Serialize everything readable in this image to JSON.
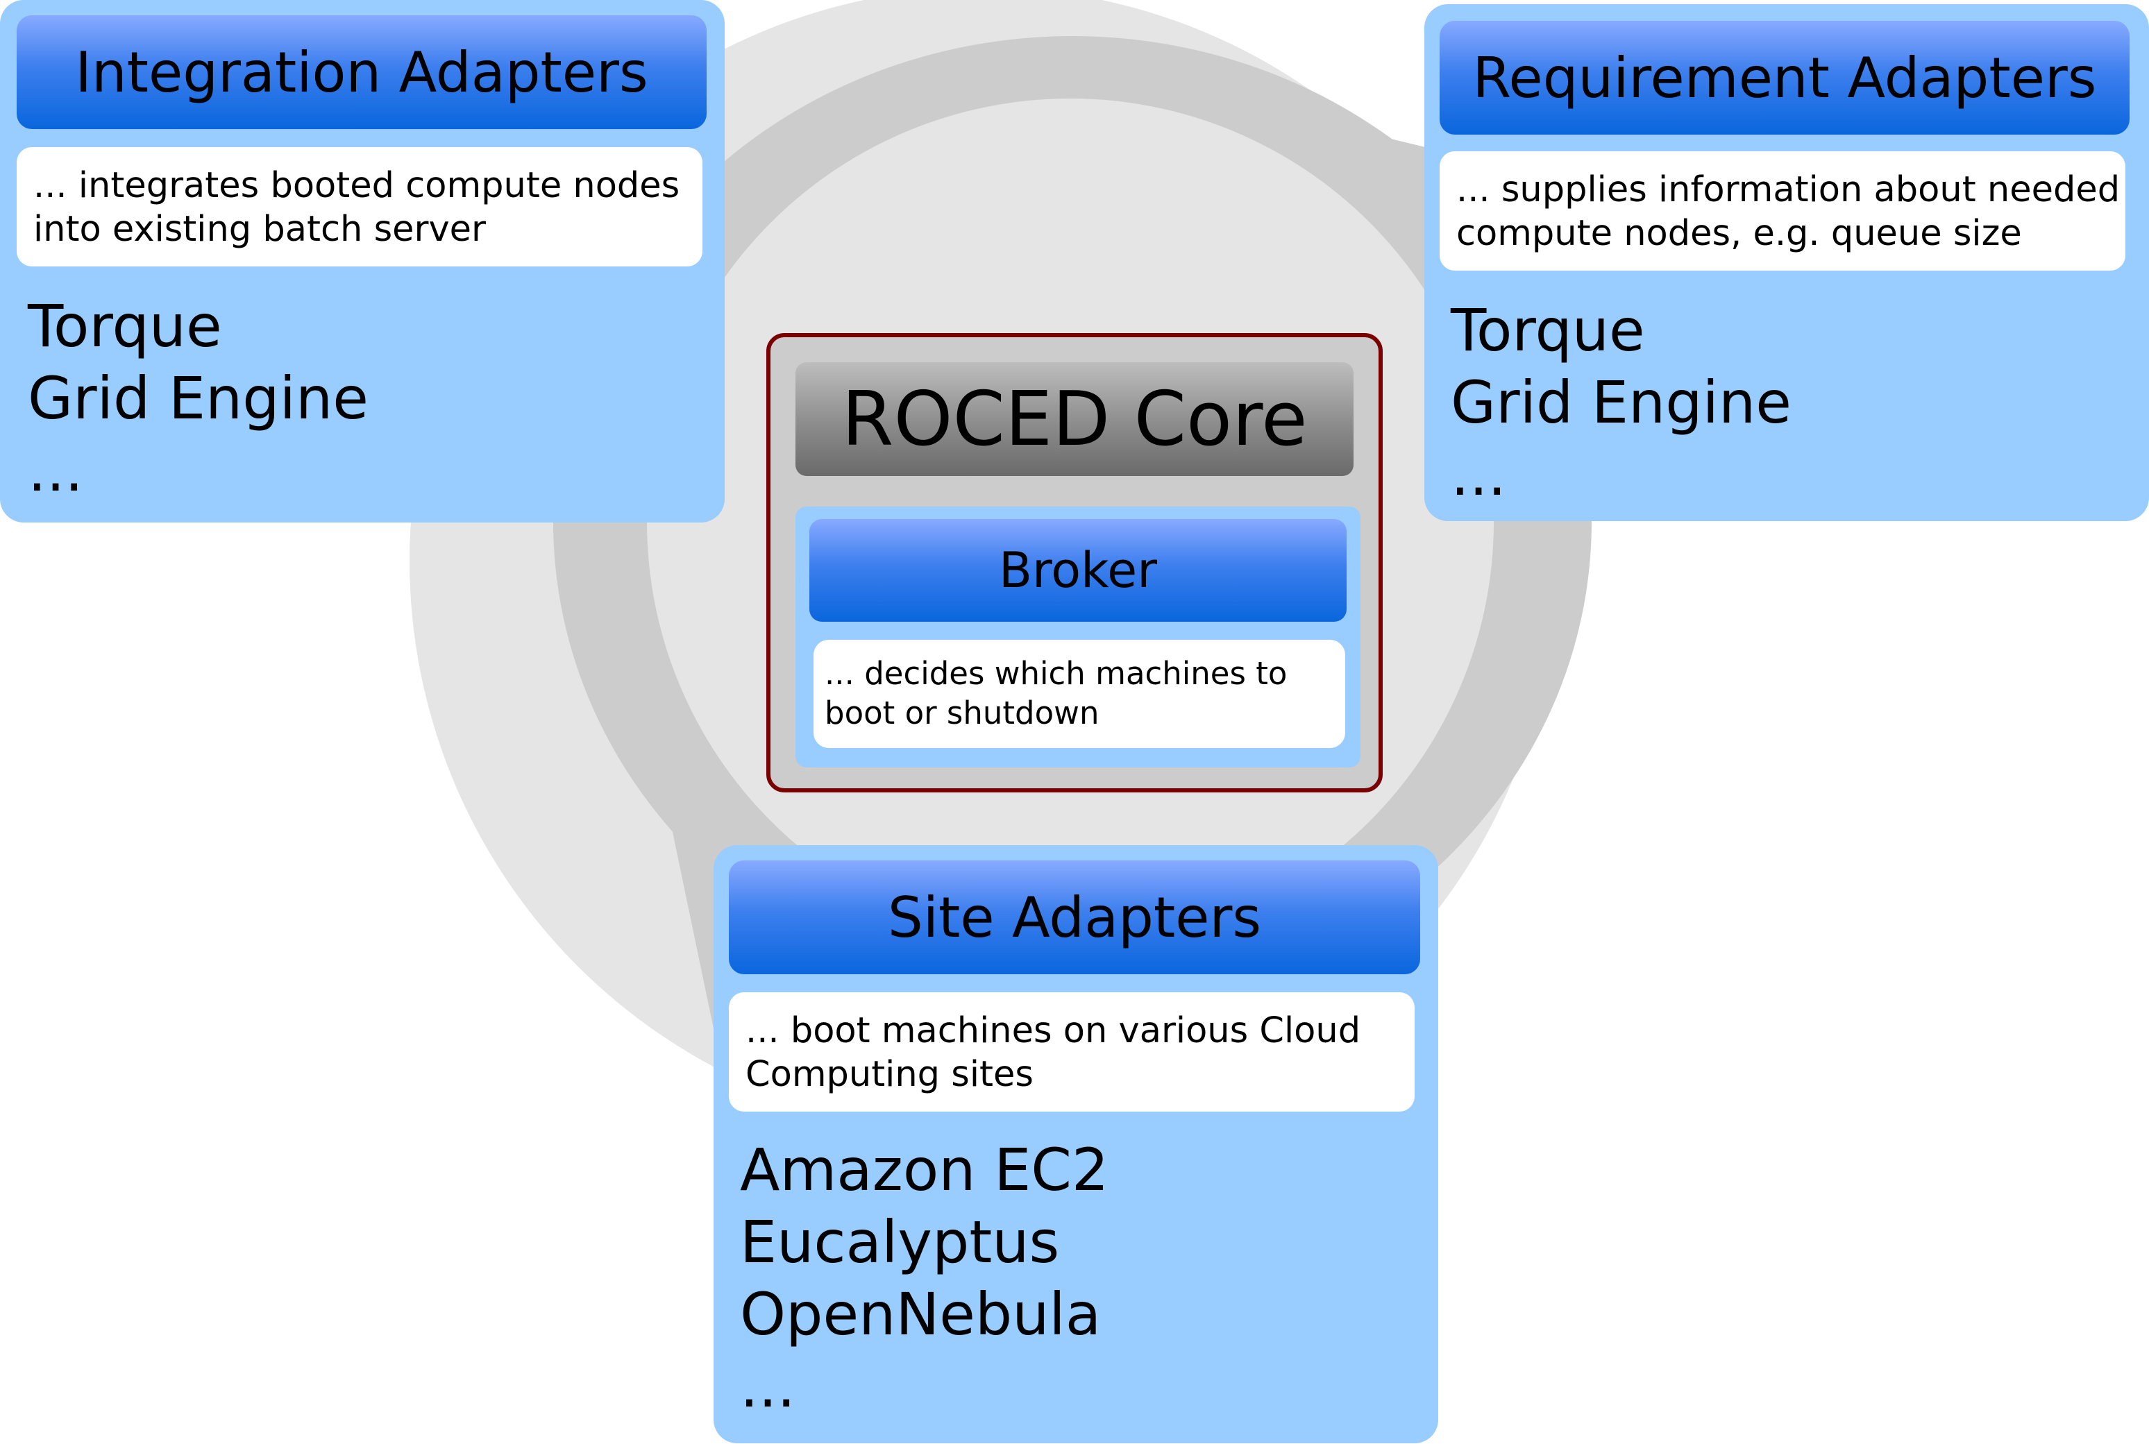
{
  "colors": {
    "panel_fill": "#99ccff",
    "header_gradient_top": "#88aaff",
    "header_gradient_bottom": "#0a66dd",
    "core_fill": "#cccccc",
    "core_border": "#7a0000",
    "ring_light": "#e5e5e5",
    "ring_dark": "#cccccc"
  },
  "integration": {
    "title": "Integration Adapters",
    "description": "... integrates booted compute nodes\ninto existing batch server",
    "items": [
      "Torque",
      "Grid Engine",
      "..."
    ]
  },
  "requirement": {
    "title": "Requirement Adapters",
    "description": "... supplies information about needed\ncompute nodes, e.g. queue size",
    "items": [
      "Torque",
      "Grid Engine",
      "..."
    ]
  },
  "core": {
    "title": "ROCED Core",
    "broker": {
      "title": "Broker",
      "description": "... decides which machines to\nboot or shutdown"
    }
  },
  "site": {
    "title": "Site Adapters",
    "description": "... boot machines on various Cloud\nComputing sites",
    "items": [
      "Amazon EC2",
      "Eucalyptus",
      "OpenNebula",
      "..."
    ]
  }
}
